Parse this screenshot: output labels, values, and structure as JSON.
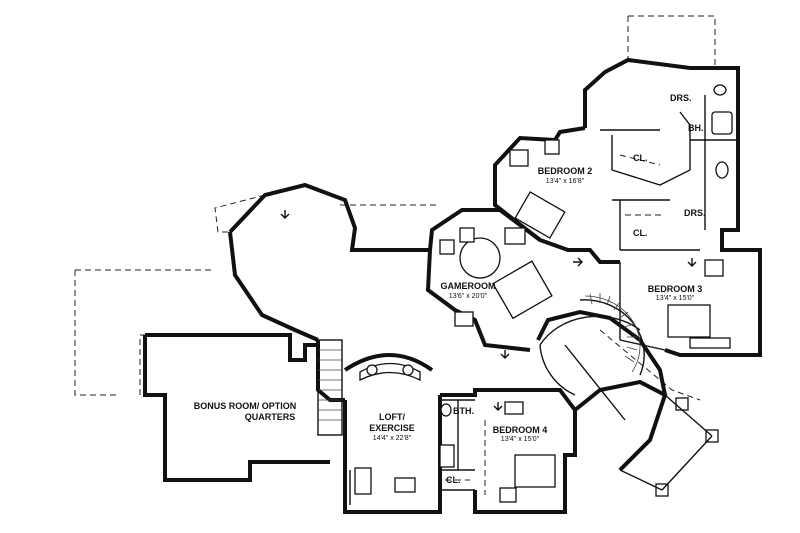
{
  "rooms": {
    "bedroom2": {
      "name": "BEDROOM 2",
      "size": "13'4\" x 16'8\""
    },
    "gameroom": {
      "name": "GAMEROOM",
      "size": "13'6\" x 20'0\""
    },
    "bedroom3": {
      "name": "BEDROOM 3",
      "size": "13'4\" x 15'0\""
    },
    "bedroom4": {
      "name": "BEDROOM 4",
      "size": "13'4\" x 15'0\""
    },
    "loft": {
      "name_line1": "LOFT/",
      "name_line2": "EXERCISE",
      "size": "14'4\" x 22'8\""
    },
    "bonus": {
      "name_line1": "BONUS ROOM/ OPTION",
      "name_line2": "QUARTERS"
    }
  },
  "labels": {
    "drs1": "DRS.",
    "drs2": "DRS.",
    "bh": "BH.",
    "cl1": "CL.",
    "cl2": "CL.",
    "cl3": "CL.",
    "bth": "BTH."
  }
}
